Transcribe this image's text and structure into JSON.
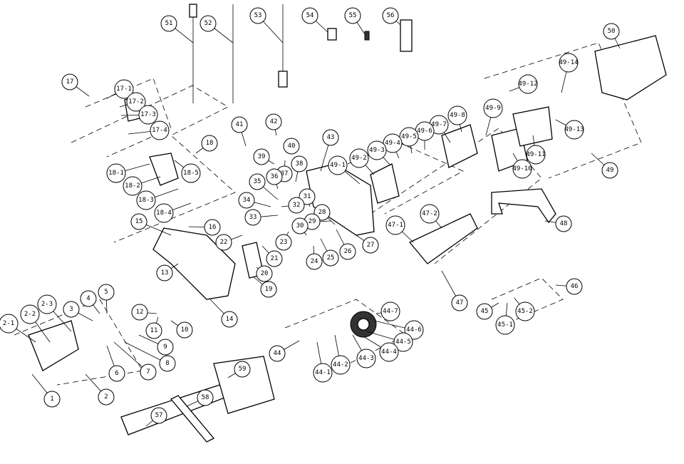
{
  "diagram": {
    "title": "Chainsaw exploded parts diagram",
    "callouts": [
      "51",
      "52",
      "53",
      "54",
      "55",
      "56",
      "50",
      "49-14",
      "49-12",
      "17",
      "17-1",
      "17-2",
      "17-3",
      "17-4",
      "49-9",
      "49-8",
      "49-7",
      "49-6",
      "49-5",
      "49-4",
      "49-3",
      "49-2",
      "49-1",
      "49-13",
      "49-11",
      "49-10",
      "49",
      "18",
      "18-1",
      "18-5",
      "18-2",
      "18-3",
      "18-4",
      "41",
      "42",
      "40",
      "39",
      "37",
      "38",
      "36",
      "35",
      "43",
      "31",
      "34",
      "32",
      "28",
      "29",
      "30",
      "33",
      "22",
      "23",
      "21",
      "20",
      "19",
      "24",
      "25",
      "26",
      "27",
      "16",
      "15",
      "13",
      "14",
      "47-2",
      "47-1",
      "48",
      "47",
      "46",
      "45",
      "45-2",
      "45-1",
      "44-7",
      "44-6",
      "44-5",
      "44-4",
      "44-3",
      "44-2",
      "44-1",
      "44",
      "12",
      "11",
      "10",
      "5",
      "4",
      "3",
      "9",
      "8",
      "7",
      "6",
      "2-3",
      "2-2",
      "2-1",
      "1",
      "2",
      "57",
      "58",
      "59"
    ]
  }
}
